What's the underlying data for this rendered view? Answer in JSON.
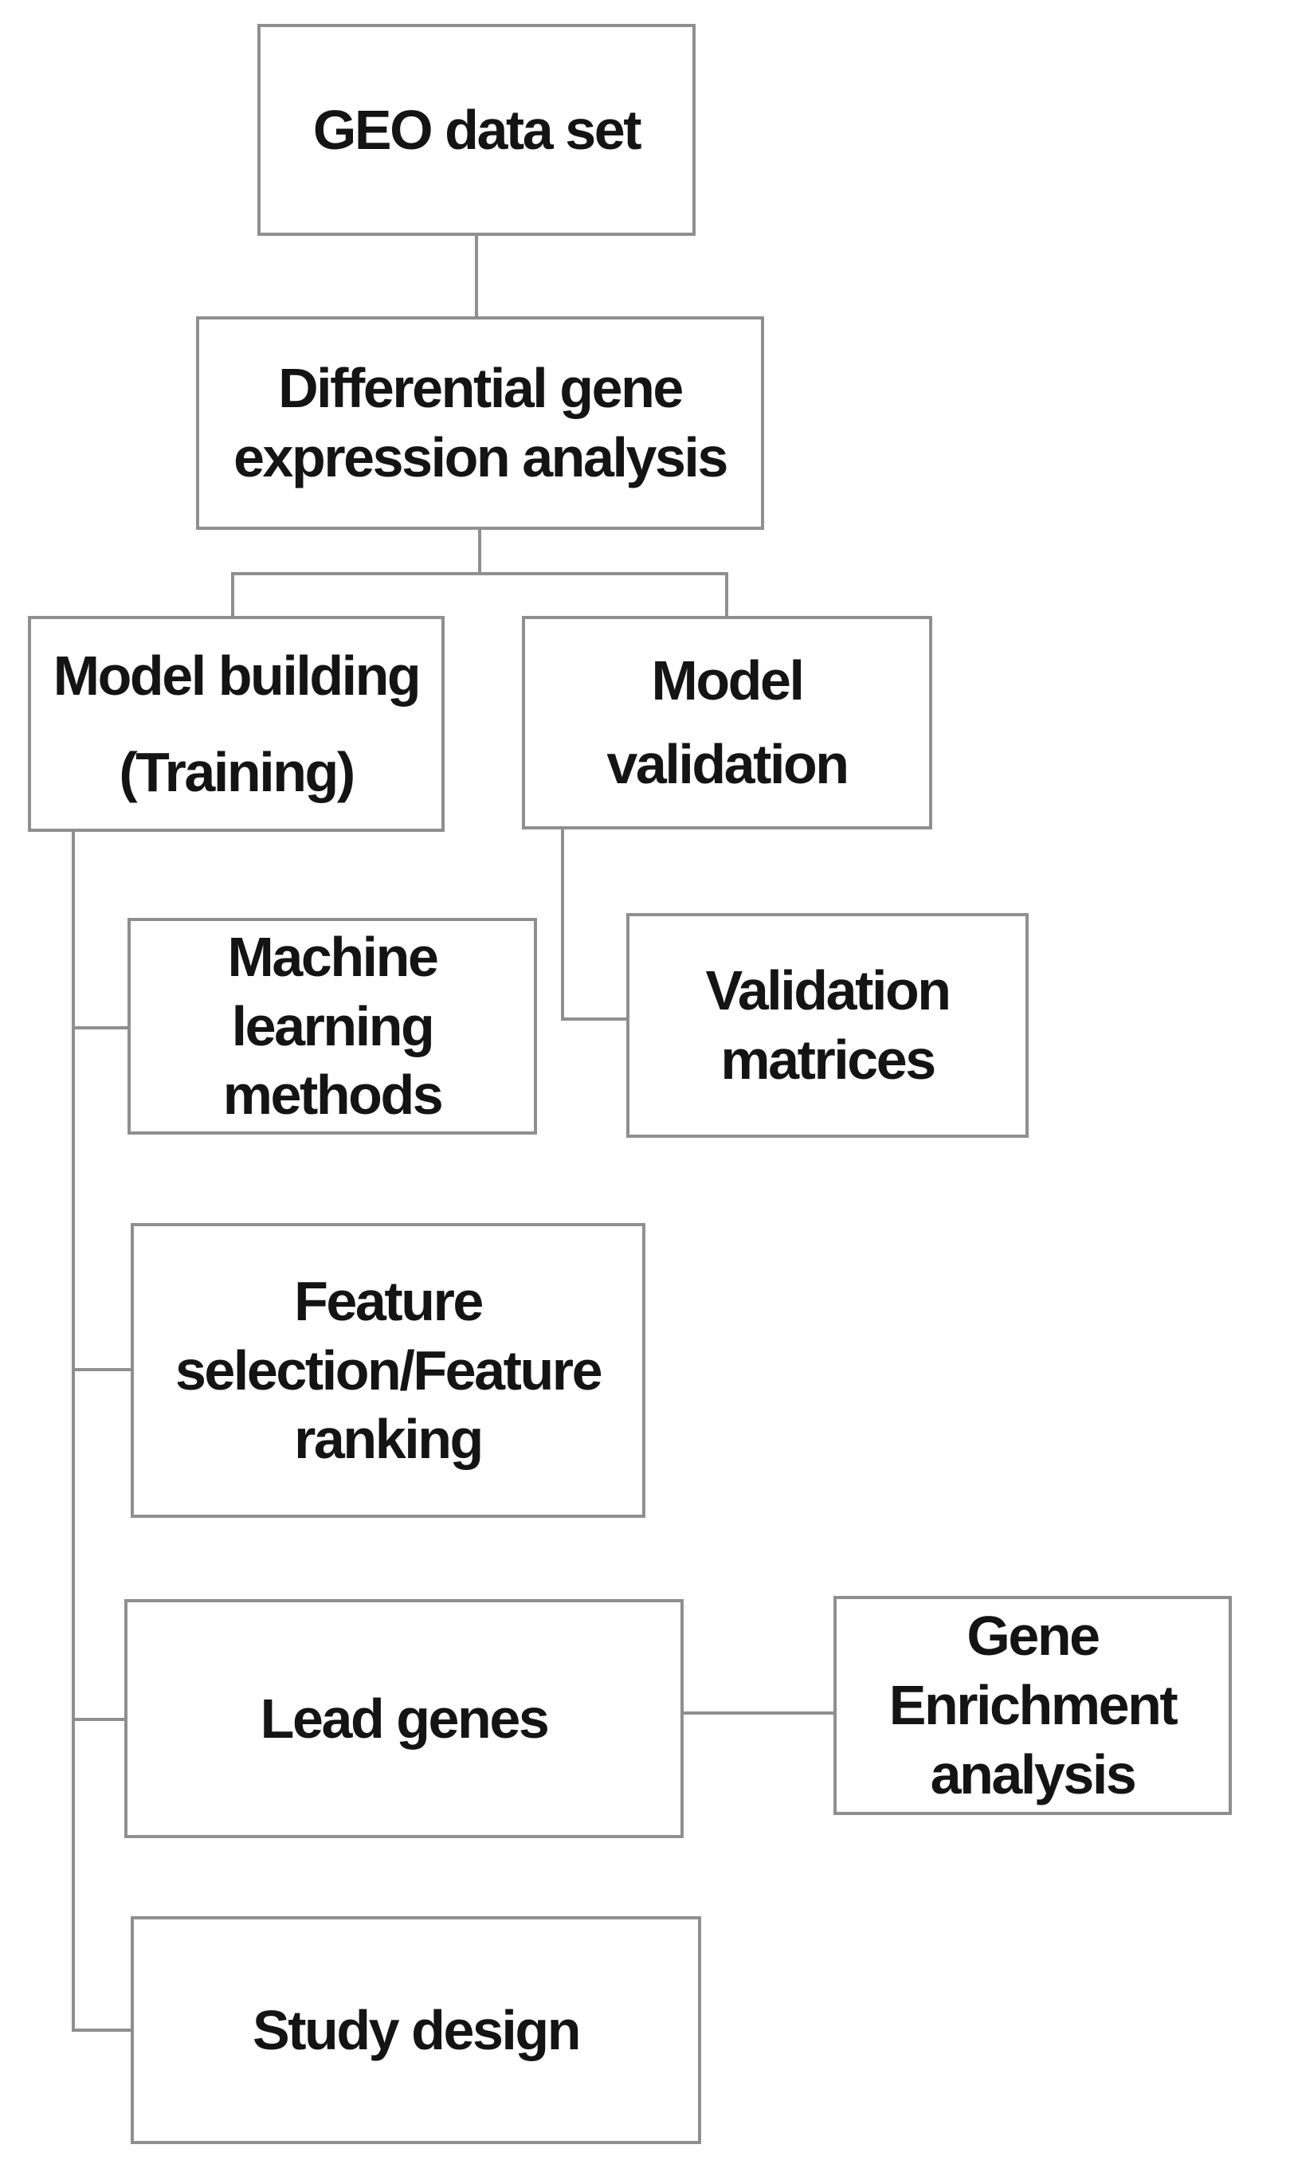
{
  "diagram": {
    "type": "flowchart",
    "colors": {
      "bg": "#ffffff",
      "fill": "#ffffff",
      "border": "#8f8f8f",
      "line": "#8f8f8f",
      "text": "#141414"
    },
    "nodes": {
      "geo": {
        "label": "GEO data set"
      },
      "dge": {
        "label": "Differential gene\nexpression analysis"
      },
      "mb": {
        "label": "Model building\n(Training)"
      },
      "mv": {
        "label": "Model\nvalidation"
      },
      "mlm": {
        "label": "Machine\nlearning\nmethods"
      },
      "vm": {
        "label": "Validation\nmatrices"
      },
      "fs": {
        "label": "Feature\nselection/Feature\nranking"
      },
      "lg": {
        "label": "Lead genes"
      },
      "ge": {
        "label": "Gene\nEnrichment\nanalysis"
      },
      "sd": {
        "label": "Study design"
      }
    }
  }
}
